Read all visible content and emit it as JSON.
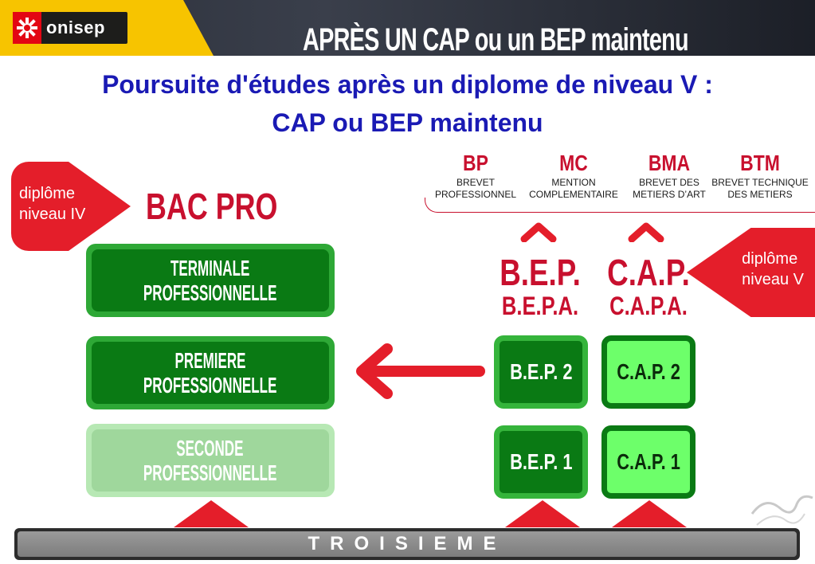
{
  "header": {
    "logo_text": "onisep",
    "banner_text": "APRÈS UN CAP ou un BEP maintenu"
  },
  "title": {
    "line1": "Poursuite d'études après un diplome de niveau V :",
    "line2": "CAP ou BEP maintenu"
  },
  "callouts": {
    "niveau_iv": {
      "line1": "diplôme",
      "line2": "niveau IV"
    },
    "niveau_v": {
      "line1": "diplôme",
      "line2": "niveau V"
    }
  },
  "bac_pro": "BAC PRO",
  "top_diplomas": [
    {
      "abbr": "BP",
      "line1": "BREVET",
      "line2": "PROFESSIONNEL"
    },
    {
      "abbr": "MC",
      "line1": "MENTION",
      "line2": "COMPLEMENTAIRE"
    },
    {
      "abbr": "BMA",
      "line1": "BREVET DES",
      "line2": "METIERS D’ART"
    },
    {
      "abbr": "BTM",
      "line1": "BREVET TECHNIQUE",
      "line2": "DES METIERS"
    }
  ],
  "bac_pro_years": {
    "terminale": {
      "line1": "TERMINALE",
      "line2": "PROFESSIONNELLE"
    },
    "premiere": {
      "line1": "PREMIERE",
      "line2": "PROFESSIONNELLE"
    },
    "seconde": {
      "line1": "SECONDE",
      "line2": "PROFESSIONNELLE"
    }
  },
  "bep": {
    "title": "B.E.P.",
    "subtitle": "B.E.P.A.",
    "year2": "B.E.P. 2",
    "year1": "B.E.P. 1"
  },
  "cap": {
    "title": "C.A.P.",
    "subtitle": "C.A.P.A.",
    "year2": "C.A.P. 2",
    "year1": "C.A.P. 1"
  },
  "bottom_bar": "TROISIEME",
  "colors": {
    "title_blue": "#1a1ab4",
    "accent_red": "#c8102e",
    "callout_red": "#e41e2a",
    "dark_green": "#0a7a14",
    "light_green": "#6dff6a",
    "pale_green": "#9fd79c",
    "logo_yellow": "#f7c400"
  }
}
